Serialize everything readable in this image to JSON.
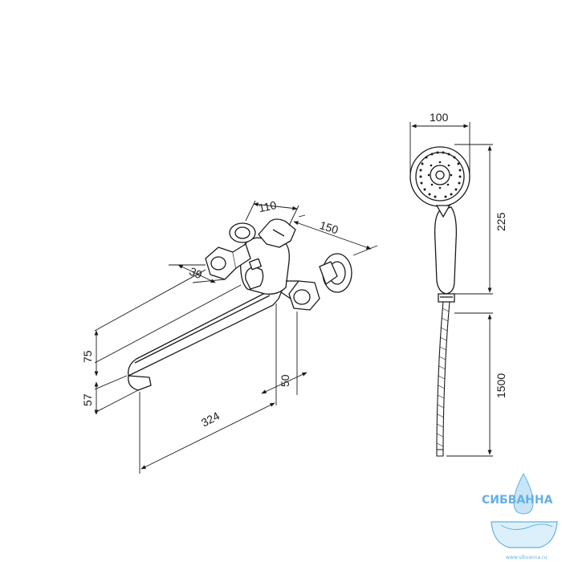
{
  "dimensions": {
    "spout_width": "110",
    "body_depth": "150",
    "inlet_offset": "39",
    "spout_height": "75",
    "outlet_height": "57",
    "spout_length": "324",
    "spout_reach": "50",
    "head_width": "100",
    "head_height": "225",
    "hose_length": "1500"
  },
  "watermark": {
    "brand": "СИБВАННА",
    "site": "www.sibvanna.ru",
    "color": "#4aa3e0"
  },
  "icons": {
    "faucet": "faucet-drawing",
    "shower_head": "shower-head-drawing",
    "hose": "shower-hose-drawing"
  }
}
